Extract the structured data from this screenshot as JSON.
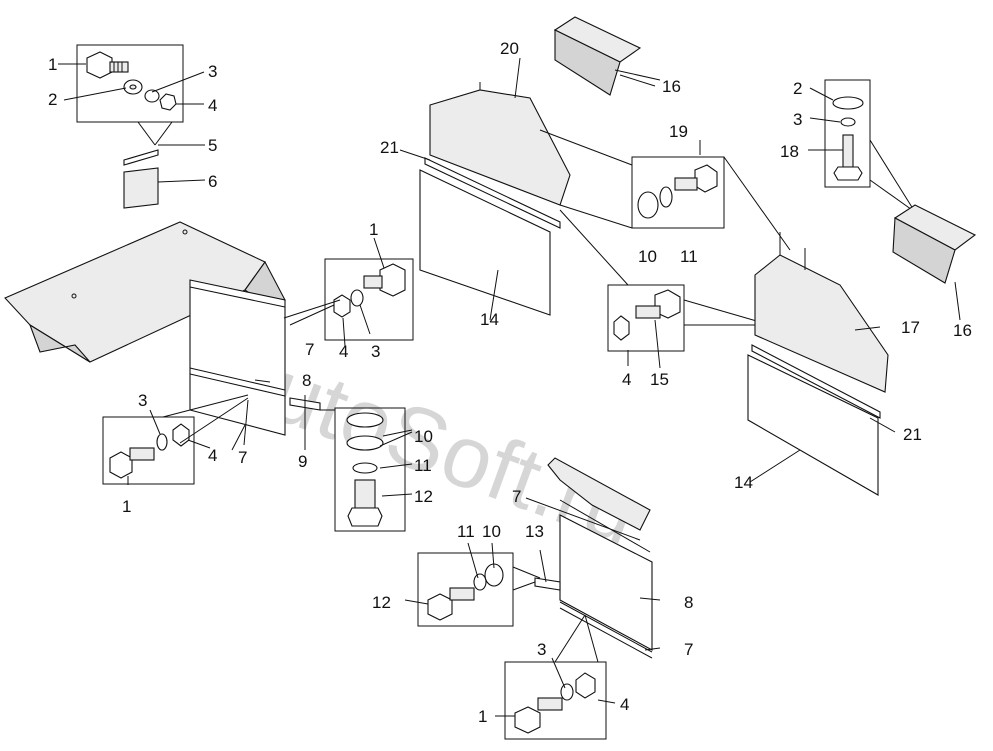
{
  "watermark": "AutoSoft.ru",
  "callouts": {
    "c1a": "1",
    "c2a": "2",
    "c3a": "3",
    "c4a": "4",
    "c5": "5",
    "c6": "6",
    "c20": "20",
    "c16a": "16",
    "c19": "19",
    "c21a": "21",
    "c10a": "10",
    "c11a": "11",
    "c2b": "2",
    "c3b": "3",
    "c18": "18",
    "c16b": "16",
    "c1b": "1",
    "c7a": "7",
    "c4b": "4",
    "c3c": "3",
    "c8a": "8",
    "c14a": "14",
    "c15": "15",
    "c4c": "4",
    "c17": "17",
    "c21b": "21",
    "c14b": "14",
    "c3d": "3",
    "c4d": "4",
    "c1c": "1",
    "c7b": "7",
    "c9": "9",
    "c10b": "10",
    "c11b": "11",
    "c12a": "12",
    "c7c": "7",
    "c13": "13",
    "c11c": "11",
    "c10c": "10",
    "c12b": "12",
    "c8b": "8",
    "c7d": "7",
    "c3e": "3",
    "c4e": "4",
    "c1d": "1"
  },
  "colors": {
    "line": "#111111",
    "fill": "#ececec",
    "watermark": "#000000"
  }
}
